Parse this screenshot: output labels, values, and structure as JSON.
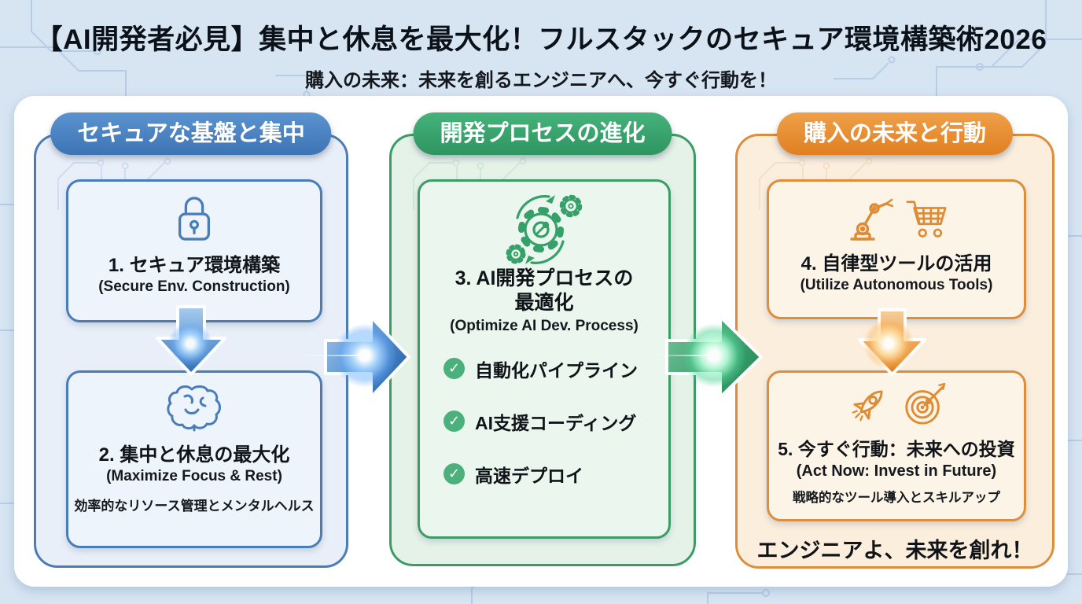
{
  "page": {
    "title": "【AI開発者必見】集中と休息を最大化！フルスタックのセキュア環境構築術2026",
    "subtitle": "購入の未来：未来を創るエンジニアへ、今すぐ行動を！"
  },
  "palette": {
    "background": "#d7e5f3",
    "blue_accent": "#4a7cb8",
    "blue_pill": "#3d74b4",
    "blue_panel_bg": "#e9eff8",
    "green_accent": "#3b9c66",
    "green_pill": "#2e9560",
    "green_panel_bg": "#e5f2e8",
    "orange_accent": "#dd8e3c",
    "orange_pill": "#e07f22",
    "orange_panel_bg": "#fbeedd",
    "check_circle": "#4bb07c",
    "text": "#101418"
  },
  "icons": {
    "card1": "lock-icon",
    "card2": "brain-icon",
    "card3": "gears-cycle-icon",
    "card4": [
      "robot-arm-icon",
      "shopping-cart-icon"
    ],
    "card5": [
      "rocket-icon",
      "target-icon"
    ],
    "checklist": "check-circle-icon"
  },
  "columns": {
    "secure": {
      "pill": "セキュアな基盤と集中",
      "card1": {
        "title": "1. セキュア環境構築",
        "subtitle": "(Secure Env. Construction)"
      },
      "card2": {
        "title": "2. 集中と休息の最大化",
        "subtitle": "(Maximize Focus & Rest)",
        "note": "効率的なリソース管理とメンタルヘルス"
      }
    },
    "process": {
      "pill": "開発プロセスの進化",
      "card3": {
        "title_line1": "3. AI開発プロセスの",
        "title_line2": "最適化",
        "subtitle": "(Optimize AI Dev. Process)",
        "checklist": [
          "自動化パイプライン",
          "AI支援コーディング",
          "高速デプロイ"
        ],
        "check_glyph": "✓"
      }
    },
    "future": {
      "pill": "購入の未来と行動",
      "card4": {
        "title": "4. 自律型ツールの活用",
        "subtitle": "(Utilize Autonomous Tools)"
      },
      "card5": {
        "title": "5. 今すぐ行動：未来への投資",
        "subtitle": "(Act Now: Invest in Future)",
        "note": "戦略的なツール導入とスキルアップ"
      },
      "footer": "エンジニアよ、未来を創れ！"
    }
  }
}
